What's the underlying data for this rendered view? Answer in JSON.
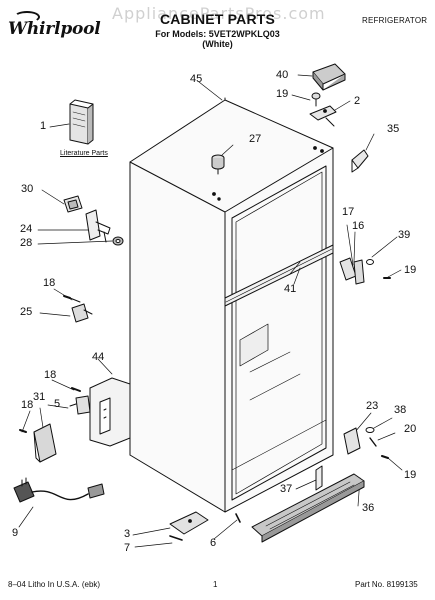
{
  "header": {
    "brand_small": "",
    "brand_name": "Whirlpool",
    "watermark": "AppliancePartsPros.com",
    "title": "CABINET PARTS",
    "models_line": "For Models: 5VET2WPKLQ03",
    "color_line": "(White)",
    "category": "REFRIGERATOR"
  },
  "literature_label": "Literature Parts",
  "callouts": [
    {
      "id": "c1",
      "label": "1"
    },
    {
      "id": "c2",
      "label": "2"
    },
    {
      "id": "c3",
      "label": "3"
    },
    {
      "id": "c5",
      "label": "5"
    },
    {
      "id": "c6",
      "label": "6"
    },
    {
      "id": "c7",
      "label": "7"
    },
    {
      "id": "c9",
      "label": "9"
    },
    {
      "id": "c16",
      "label": "16"
    },
    {
      "id": "c17",
      "label": "17"
    },
    {
      "id": "c18a",
      "label": "18"
    },
    {
      "id": "c18b",
      "label": "18"
    },
    {
      "id": "c18c",
      "label": "18"
    },
    {
      "id": "c19a",
      "label": "19"
    },
    {
      "id": "c19b",
      "label": "19"
    },
    {
      "id": "c19c",
      "label": "19"
    },
    {
      "id": "c20",
      "label": "20"
    },
    {
      "id": "c23",
      "label": "23"
    },
    {
      "id": "c24",
      "label": "24"
    },
    {
      "id": "c25",
      "label": "25"
    },
    {
      "id": "c27",
      "label": "27"
    },
    {
      "id": "c28",
      "label": "28"
    },
    {
      "id": "c30",
      "label": "30"
    },
    {
      "id": "c31",
      "label": "31"
    },
    {
      "id": "c35",
      "label": "35"
    },
    {
      "id": "c36",
      "label": "36"
    },
    {
      "id": "c37",
      "label": "37"
    },
    {
      "id": "c38",
      "label": "38"
    },
    {
      "id": "c39",
      "label": "39"
    },
    {
      "id": "c40",
      "label": "40"
    },
    {
      "id": "c41",
      "label": "41"
    },
    {
      "id": "c44",
      "label": "44"
    },
    {
      "id": "c45",
      "label": "45"
    }
  ],
  "footer": {
    "left": "8–04 Litho In U.S.A. (ebk)",
    "page": "1",
    "part_no": "Part No. 8199135"
  }
}
